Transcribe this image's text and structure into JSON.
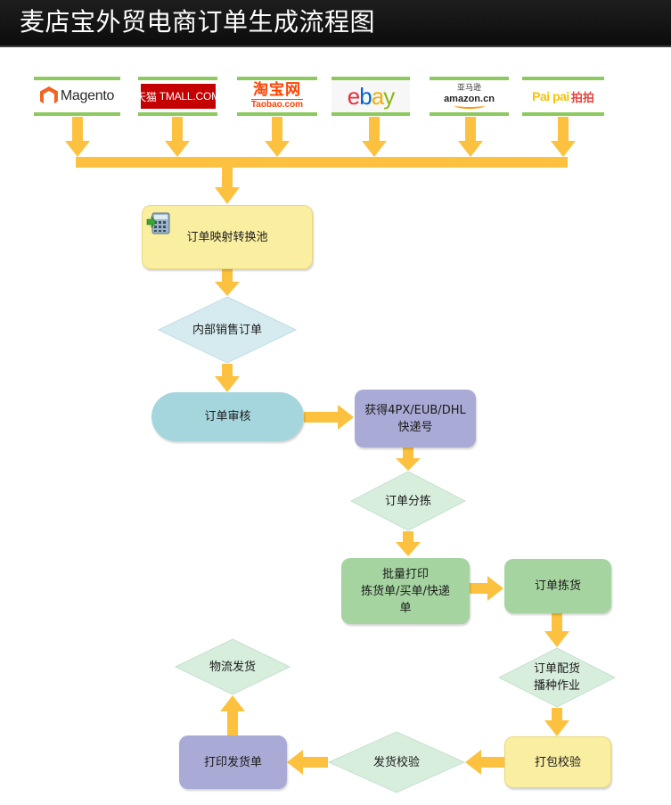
{
  "title": "麦店宝外贸电商订单生成流程图",
  "platforms": {
    "magento": "Magento",
    "tmall_cn": "天猫",
    "tmall_en": "TMALL.COM",
    "taobao_cn": "淘宝网",
    "taobao_en": "Taobao.com",
    "ebay": [
      "e",
      "b",
      "a",
      "y"
    ],
    "amazon_cn": "亚马逊",
    "amazon_en": "amazon.cn",
    "paipai_en": "Pai pai",
    "paipai_cn": "拍拍"
  },
  "steps": {
    "order_mapping_pool": "订单映射转换池",
    "internal_sales_order": "内部销售订单",
    "order_review": "订单审核",
    "get_tracking_line1": "获得4PX/EUB/DHL",
    "get_tracking_line2": "快递号",
    "order_sorting": "订单分拣",
    "batch_print_line1": "批量打印",
    "batch_print_line2": "拣货单/买单/快递",
    "batch_print_line3": "单",
    "order_picking": "订单拣货",
    "order_allocation_line1": "订单配货",
    "order_allocation_line2": "播种作业",
    "pack_verify": "打包校验",
    "shipment_verify": "发货校验",
    "print_shipping_doc": "打印发货单",
    "logistics_shipping": "物流发货"
  },
  "colors": {
    "arrow": "#fcc23f",
    "logo_border": "#8cc95e",
    "yellow_fill": "#faeea0",
    "diamond_fill": "#d5ebef",
    "teal_fill": "#a6d6dd",
    "purple_fill": "#aaaad6",
    "green_fill": "#a5d4a0",
    "mint_diamond_fill": "#d8eedc",
    "diamond_stroke": "#c6e0d0"
  }
}
